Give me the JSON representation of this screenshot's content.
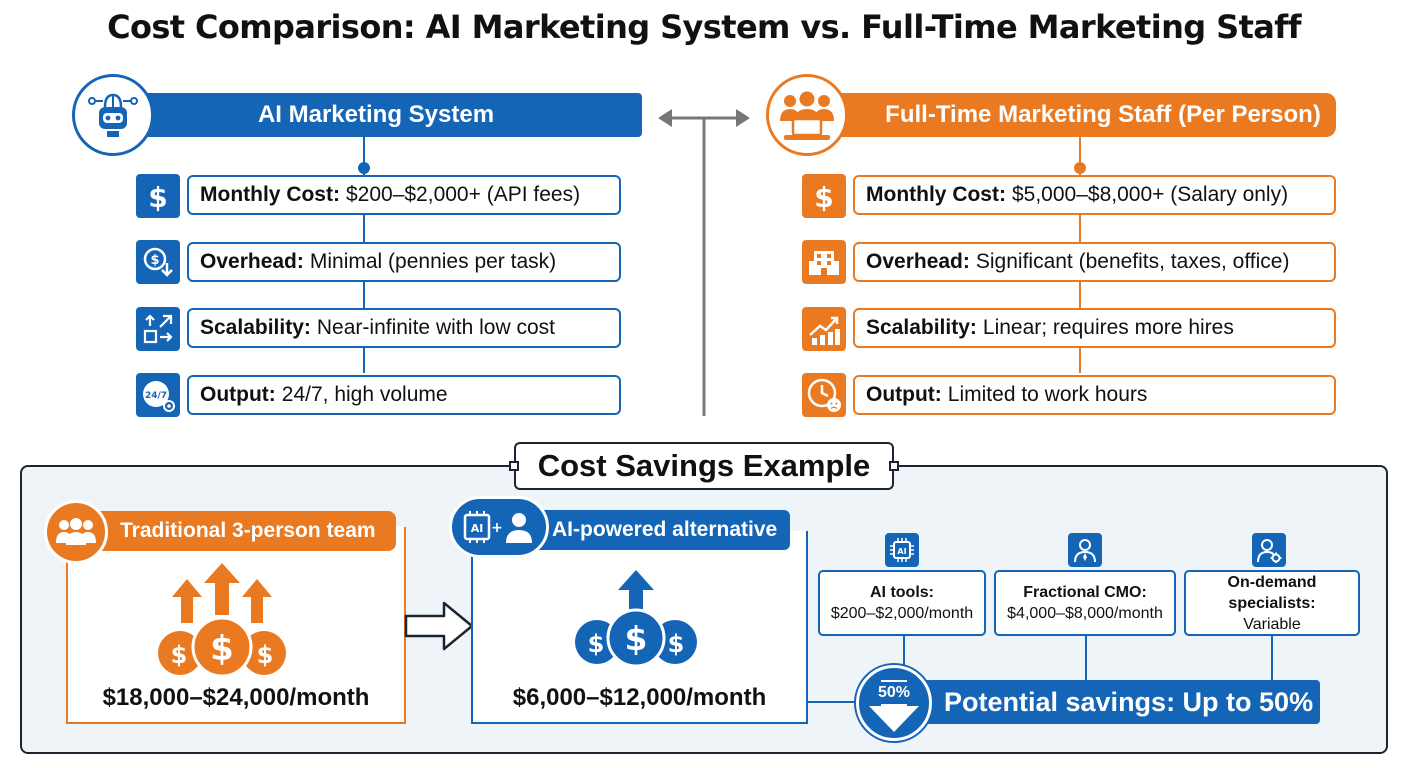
{
  "title": "Cost Comparison: AI Marketing System vs. Full-Time Marketing Staff",
  "colors": {
    "blue": "#1565b7",
    "orange": "#ea7a22",
    "dark": "#1b2430"
  },
  "ai_system": {
    "header": "AI Marketing System",
    "icon": "robot-brain-icon",
    "rows": [
      {
        "icon": "dollar-icon",
        "label": "Monthly Cost:",
        "value": "$200–$2,000+ (API fees)"
      },
      {
        "icon": "coin-down-icon",
        "label": "Overhead:",
        "value": "Minimal (pennies per task)"
      },
      {
        "icon": "scale-arrows-icon",
        "label": "Scalability:",
        "value": "Near-infinite with low cost"
      },
      {
        "icon": "clock-24-7-icon",
        "label": "Output:",
        "value": "24/7, high volume"
      }
    ]
  },
  "staff": {
    "header": "Full-Time Marketing Staff (Per Person)",
    "icon": "team-laptop-icon",
    "rows": [
      {
        "icon": "dollar-icon",
        "label": "Monthly Cost:",
        "value": "$5,000–$8,000+ (Salary only)"
      },
      {
        "icon": "office-building-icon",
        "label": "Overhead:",
        "value": "Significant (benefits, taxes, office)"
      },
      {
        "icon": "growth-chart-icon",
        "label": "Scalability:",
        "value": "Linear; requires more hires"
      },
      {
        "icon": "clock-sad-icon",
        "label": "Output:",
        "value": "Limited to work hours"
      }
    ]
  },
  "savings_example": {
    "title": "Cost Savings Example",
    "traditional": {
      "label": "Traditional 3-person team",
      "amount": "$18,000–$24,000/month",
      "icon": "group-icon"
    },
    "ai_alt": {
      "label": "AI-powered alternative",
      "amount": "$6,000–$12,000/month",
      "icon": "ai-chip-person-icon"
    },
    "cards": [
      {
        "icon": "ai-chip-icon",
        "bold": "AI tools:",
        "text": "$200–$2,000/month"
      },
      {
        "icon": "executive-icon",
        "bold": "Fractional CMO:",
        "text": "$4,000–$8,000/month"
      },
      {
        "icon": "specialist-gear-icon",
        "bold": "On-demand specialists:",
        "text": "Variable"
      }
    ],
    "badge": "50%",
    "potential": "Potential savings: Up to 50%"
  }
}
